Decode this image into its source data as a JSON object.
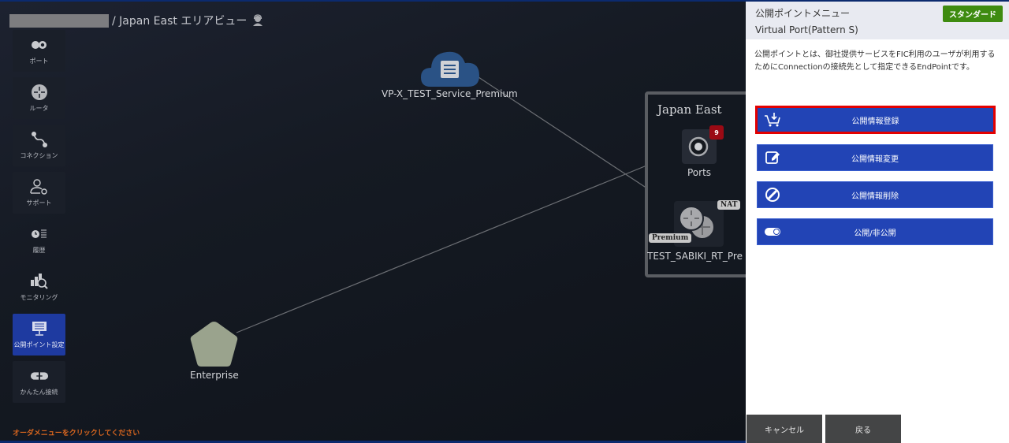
{
  "breadcrumb": {
    "redacted": true,
    "text": "/ Japan East エリアビュー",
    "icon": "support-agent-icon"
  },
  "sidebar": {
    "items": [
      {
        "label": "ポート",
        "icon": "port-icon",
        "active": false
      },
      {
        "label": "ルータ",
        "icon": "router-icon",
        "active": false
      },
      {
        "label": "コネクション",
        "icon": "connection-icon",
        "active": false
      },
      {
        "label": "サポート",
        "icon": "support-user-icon",
        "active": false
      },
      {
        "label": "履歴",
        "icon": "history-icon",
        "active": false
      },
      {
        "label": "モニタリング",
        "icon": "monitoring-icon",
        "active": false
      },
      {
        "label": "公開ポイント設定",
        "icon": "public-point-icon",
        "active": true
      },
      {
        "label": "かんたん接続",
        "icon": "easy-connect-icon",
        "active": false
      }
    ],
    "hint": "オーダメニューをクリックしてください"
  },
  "topology": {
    "service_node": {
      "label": "VP-X_TEST_Service_Premium",
      "icon": "cloud-service-icon",
      "color": "#2a5285"
    },
    "enterprise_node": {
      "label": "Enterprise",
      "icon": "pentagon-icon",
      "color": "#9aa38d"
    },
    "region": {
      "title": "Japan East",
      "ports": {
        "label": "Ports",
        "count": "9"
      },
      "router": {
        "label": "TEST_SABIKI_RT_Pre",
        "tags": [
          "NAT",
          "Premium"
        ]
      }
    }
  },
  "panel": {
    "title": "公開ポイントメニュー",
    "subtitle": "Virtual Port(Pattern S)",
    "plan_badge": "スタンダード",
    "description": "公開ポイントとは、御社提供サービスをFIC利用のユーザが利用するためにConnectionの接続先として指定できるEndPointです。",
    "menu": [
      {
        "label": "公開情報登録",
        "icon": "cart-download-icon",
        "selected": true
      },
      {
        "label": "公開情報変更",
        "icon": "edit-icon",
        "selected": false
      },
      {
        "label": "公開情報削除",
        "icon": "prohibit-icon",
        "selected": false
      },
      {
        "label": "公開/非公開",
        "icon": "toggle-icon",
        "selected": false
      }
    ],
    "footer": {
      "cancel": "キャンセル",
      "back": "戻る"
    }
  },
  "colors": {
    "accent_blue": "#2244b5",
    "selected_border": "#e30000",
    "plan_badge": "#3e8b10",
    "hint": "#d9661f",
    "count_badge": "#9b0a14"
  }
}
